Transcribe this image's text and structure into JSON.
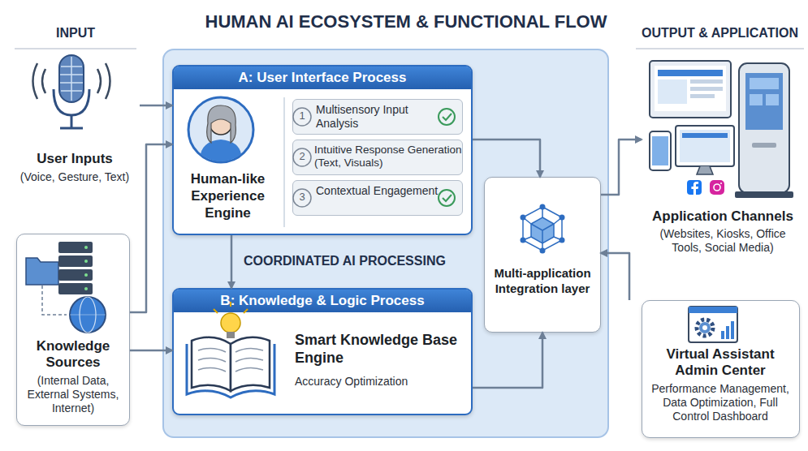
{
  "diagram": {
    "title": "HUMAN AI ECOSYSTEM & FUNCTIONAL FLOW",
    "nodes": [
      {
        "text": [
          "User Inputs",
          "(Voice, Gesture, Text)"
        ]
      },
      {
        "text": [
          "Knowledge Sources",
          "(Internal Data, External Systems, Internet)"
        ]
      },
      {
        "text": [
          "A: User Interface Process"
        ]
      },
      {
        "text": [
          "Human-like Experience Engine"
        ],
        "in": 2
      },
      {
        "text": [
          "Multisensory Input Analysis"
        ],
        "in": 2
      },
      {
        "text": [
          "Intuitive Response Generation (Text, Visuals)"
        ],
        "in": 2
      },
      {
        "text": [
          "Contextual Engagement"
        ],
        "in": 2
      },
      {
        "text": [
          "B: Knowledge & Logic Process"
        ]
      },
      {
        "text": [
          "Smart Knowledge Base Engine",
          "Accuracy Optimization"
        ],
        "in": 7
      },
      {
        "text": [
          "Multi-application Integration layer"
        ]
      },
      {
        "text": [
          "Application Channels",
          "(Websites, Kiosks, Office Tools, Social Media)"
        ]
      },
      {
        "text": [
          "Virtual Assistant Admin Center",
          "Performance Management, Data Optimization, Full Control Dashboard"
        ]
      }
    ],
    "edges": [
      {
        "from": 0,
        "to": 2,
        "arrow": "to"
      },
      {
        "from": 1,
        "to": 2,
        "arrow": "to"
      },
      {
        "from": 1,
        "to": 7,
        "arrow": "to"
      },
      {
        "from": 2,
        "to": 7,
        "label": "COORDINATED AI PROCESSING",
        "arrow": "to"
      },
      {
        "from": 2,
        "to": 9,
        "arrow": "to"
      },
      {
        "from": 7,
        "to": 9,
        "arrow": "to"
      },
      {
        "from": 9,
        "to": 10,
        "arrow": "to"
      },
      {
        "from": 11,
        "to": 9,
        "arrow": "to"
      }
    ],
    "labels": [
      "INPUT",
      "OUTPUT & APPLICATION",
      "1",
      "2",
      "3",
      "WWW"
    ]
  }
}
